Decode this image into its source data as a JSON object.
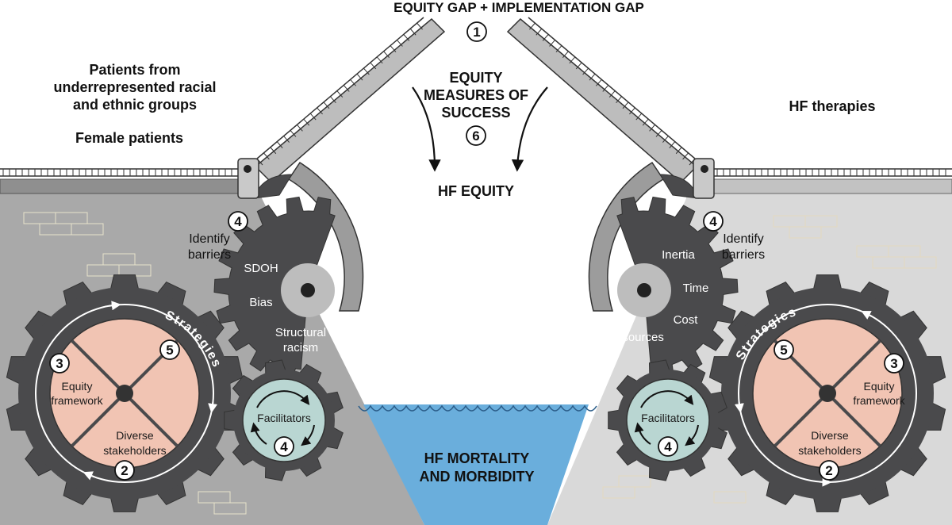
{
  "title": "EQUITY GAP + IMPLEMENTATION GAP",
  "left_groups": {
    "line1": "Patients from",
    "line2": "underrepresented racial",
    "line3": "and ethnic groups",
    "line4": "Female patients"
  },
  "right_group": "HF therapies",
  "measures": {
    "line1": "EQUITY",
    "line2": "MEASURES OF",
    "line3": "SUCCESS"
  },
  "goal": "HF EQUITY",
  "outcome": {
    "line1": "HF MORTALITY",
    "line2": "AND MORBIDITY"
  },
  "numbers": {
    "n1": "1",
    "n2": "2",
    "n3": "3",
    "n4": "4",
    "n5": "5",
    "n6": "6"
  },
  "barriers": {
    "label1": "Identify",
    "label2": "barriers"
  },
  "left_barriers": [
    "SDOH",
    "Bias",
    "Structural",
    "racism"
  ],
  "right_barriers": [
    "Inertia",
    "Time",
    "Cost",
    "Resources"
  ],
  "strategies_label": "Strategies",
  "wheel": {
    "equity1": "Equity",
    "equity2": "framework",
    "diverse1": "Diverse",
    "diverse2": "stakeholders"
  },
  "facilitators": "Facilitators",
  "colors": {
    "gear": "#4a4a4c",
    "wheel": "#f1c4b3",
    "facilitator_fill": "#b9d6d2",
    "water": "#6aaedc",
    "wall_left": "#a8a8a8",
    "wall_right": "#d8d8d8"
  }
}
